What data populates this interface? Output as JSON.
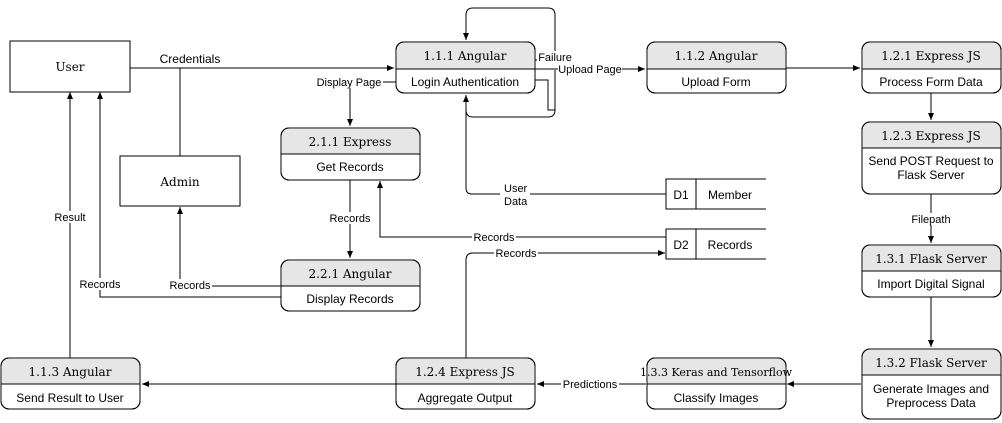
{
  "entities": {
    "user": "User",
    "admin": "Admin"
  },
  "processes": {
    "p111": {
      "id": "1.1.1 Angular",
      "name": "Login Authentication"
    },
    "p112": {
      "id": "1.1.2 Angular",
      "name": "Upload Form"
    },
    "p121": {
      "id": "1.2.1 Express JS",
      "name": "Process Form Data"
    },
    "p123": {
      "id": "1.2.3 Express JS",
      "name_line1": "Send POST Request to",
      "name_line2": "Flask Server"
    },
    "p131": {
      "id": "1.3.1 Flask Server",
      "name": "Import Digital Signal"
    },
    "p132": {
      "id": "1.3.2 Flask Server",
      "name_line1": "Generate Images and",
      "name_line2": "Preprocess Data"
    },
    "p133": {
      "id": "1.3.3 Keras and Tensorflow",
      "name": "Classify Images"
    },
    "p124": {
      "id": "1.2.4 Express JS",
      "name": "Aggregate Output"
    },
    "p113": {
      "id": "1.1.3 Angular",
      "name": "Send Result to User"
    },
    "p211": {
      "id": "2.1.1 Express",
      "name": "Get Records"
    },
    "p221": {
      "id": "2.2.1 Angular",
      "name": "Display Records"
    }
  },
  "stores": {
    "d1": {
      "id": "D1",
      "name": "Member"
    },
    "d2": {
      "id": "D2",
      "name": "Records"
    }
  },
  "flows": {
    "credentials": "Credentials",
    "failure": "Failure",
    "upload_page": "Upload Page",
    "display_page": "Display Page",
    "user_data_line1": "User",
    "user_data_line2": "Data",
    "records_211_221": "Records",
    "records_d2_211": "Records",
    "records_124_d2": "Records",
    "records_to_admin": "Records",
    "records_to_user": "Records",
    "filepath": "Filepath",
    "predictions": "Predictions",
    "result": "Result"
  }
}
